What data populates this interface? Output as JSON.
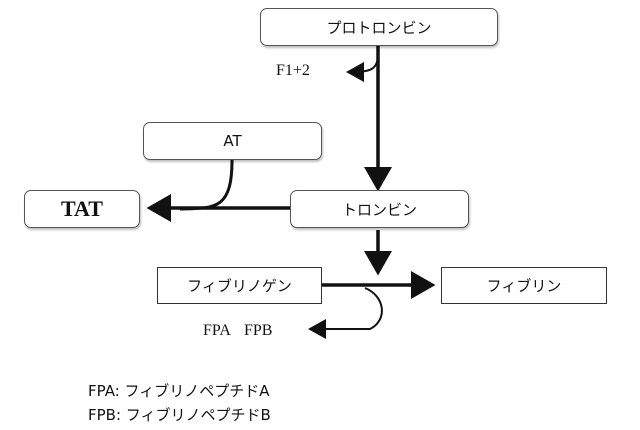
{
  "nodes": {
    "prothrombin": "プロトロンビン",
    "at": "AT",
    "tat": "TAT",
    "thrombin": "トロンビン",
    "fibrinogen": "フィブリノゲン",
    "fibrin": "フィブリン"
  },
  "labels": {
    "f12": "F1+2",
    "fpa_fpb": "FPA FPB"
  },
  "legend": {
    "fpa": "FPA: フィブリノペプチドA",
    "fpb": "FPB: フィブリノペプチドB"
  }
}
